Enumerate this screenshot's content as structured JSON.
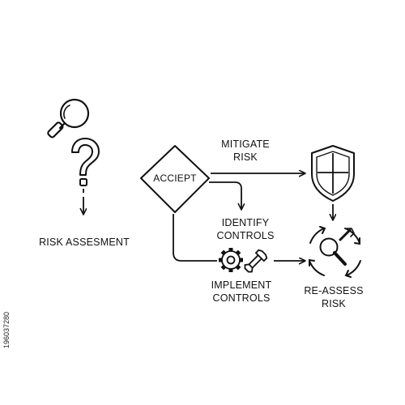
{
  "nodes": {
    "risk_assessment": "RISK ASSESMENT",
    "accept": "ACCIEPT",
    "mitigate_line1": "MITIGATE",
    "mitigate_line2": "RISK",
    "identify_line1": "IDENTIFY",
    "identify_line2": "CONTROLS",
    "implement_line1": "IMPLEMENT",
    "implement_line2": "CONTROLS",
    "reassess_line1": "RE-ASSESS",
    "reassess_line2": "RISK"
  },
  "icons": [
    "magnifier-icon",
    "question-mark-icon",
    "shield-icon",
    "gear-icon",
    "wrench-icon",
    "reassess-cycle-icon"
  ],
  "watermark": {
    "stock_id": "196037280"
  },
  "colors": {
    "stroke": "#111111",
    "background": "#ffffff"
  }
}
